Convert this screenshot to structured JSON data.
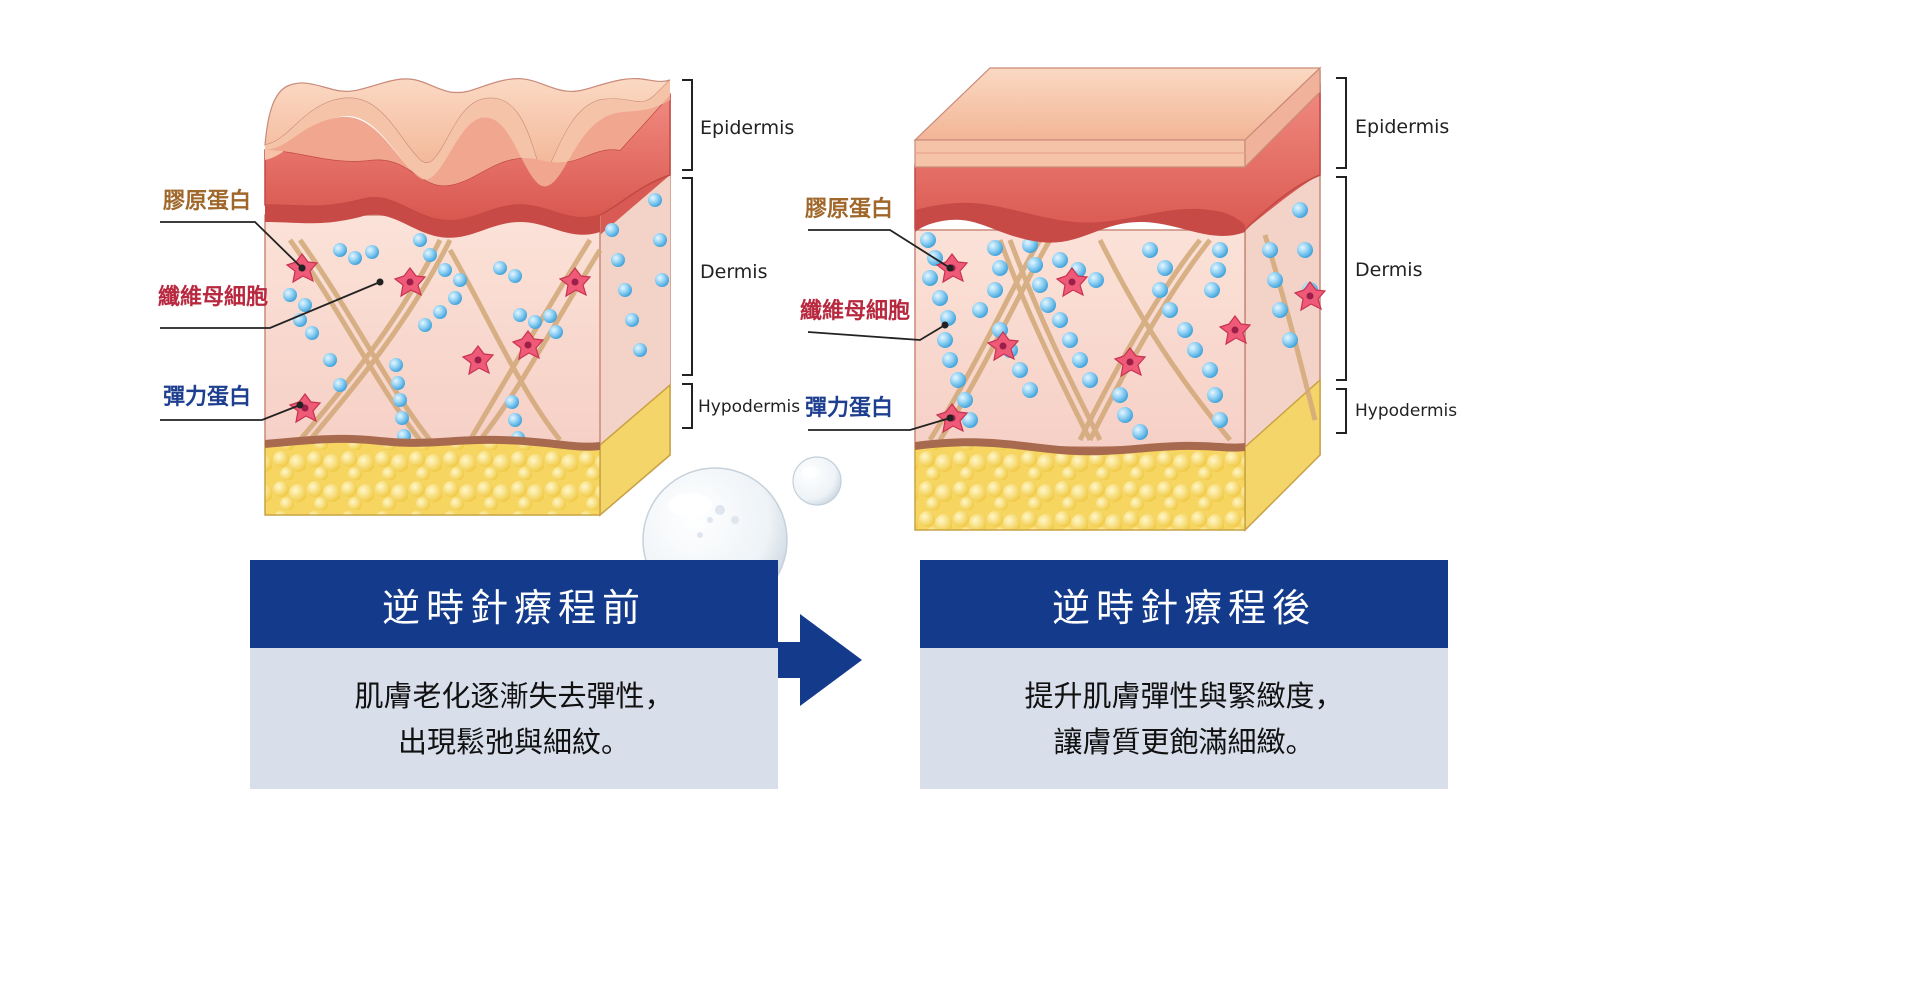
{
  "layers": {
    "epidermis": "Epidermis",
    "dermis": "Dermis",
    "hypodermis": "Hypodermis"
  },
  "components": {
    "collagen": "膠原蛋白",
    "fibroblast": "纖維母細胞",
    "elastin": "彈力蛋白"
  },
  "before": {
    "title": "逆時針療程前",
    "desc_line1": "肌膚老化逐漸失去彈性，",
    "desc_line2": "出現鬆弛與細紋。"
  },
  "after": {
    "title": "逆時針療程後",
    "desc_line1": "提升肌膚彈性與緊緻度，",
    "desc_line2": "讓膚質更飽滿細緻。"
  },
  "colors": {
    "panel_title_bg": "#133a8b",
    "panel_desc_bg": "#d9deeb",
    "arrow": "#133a8b",
    "collagen_label": "#a0672b",
    "fibroblast_label": "#b8283f",
    "elastin_label": "#1e3f8f"
  }
}
